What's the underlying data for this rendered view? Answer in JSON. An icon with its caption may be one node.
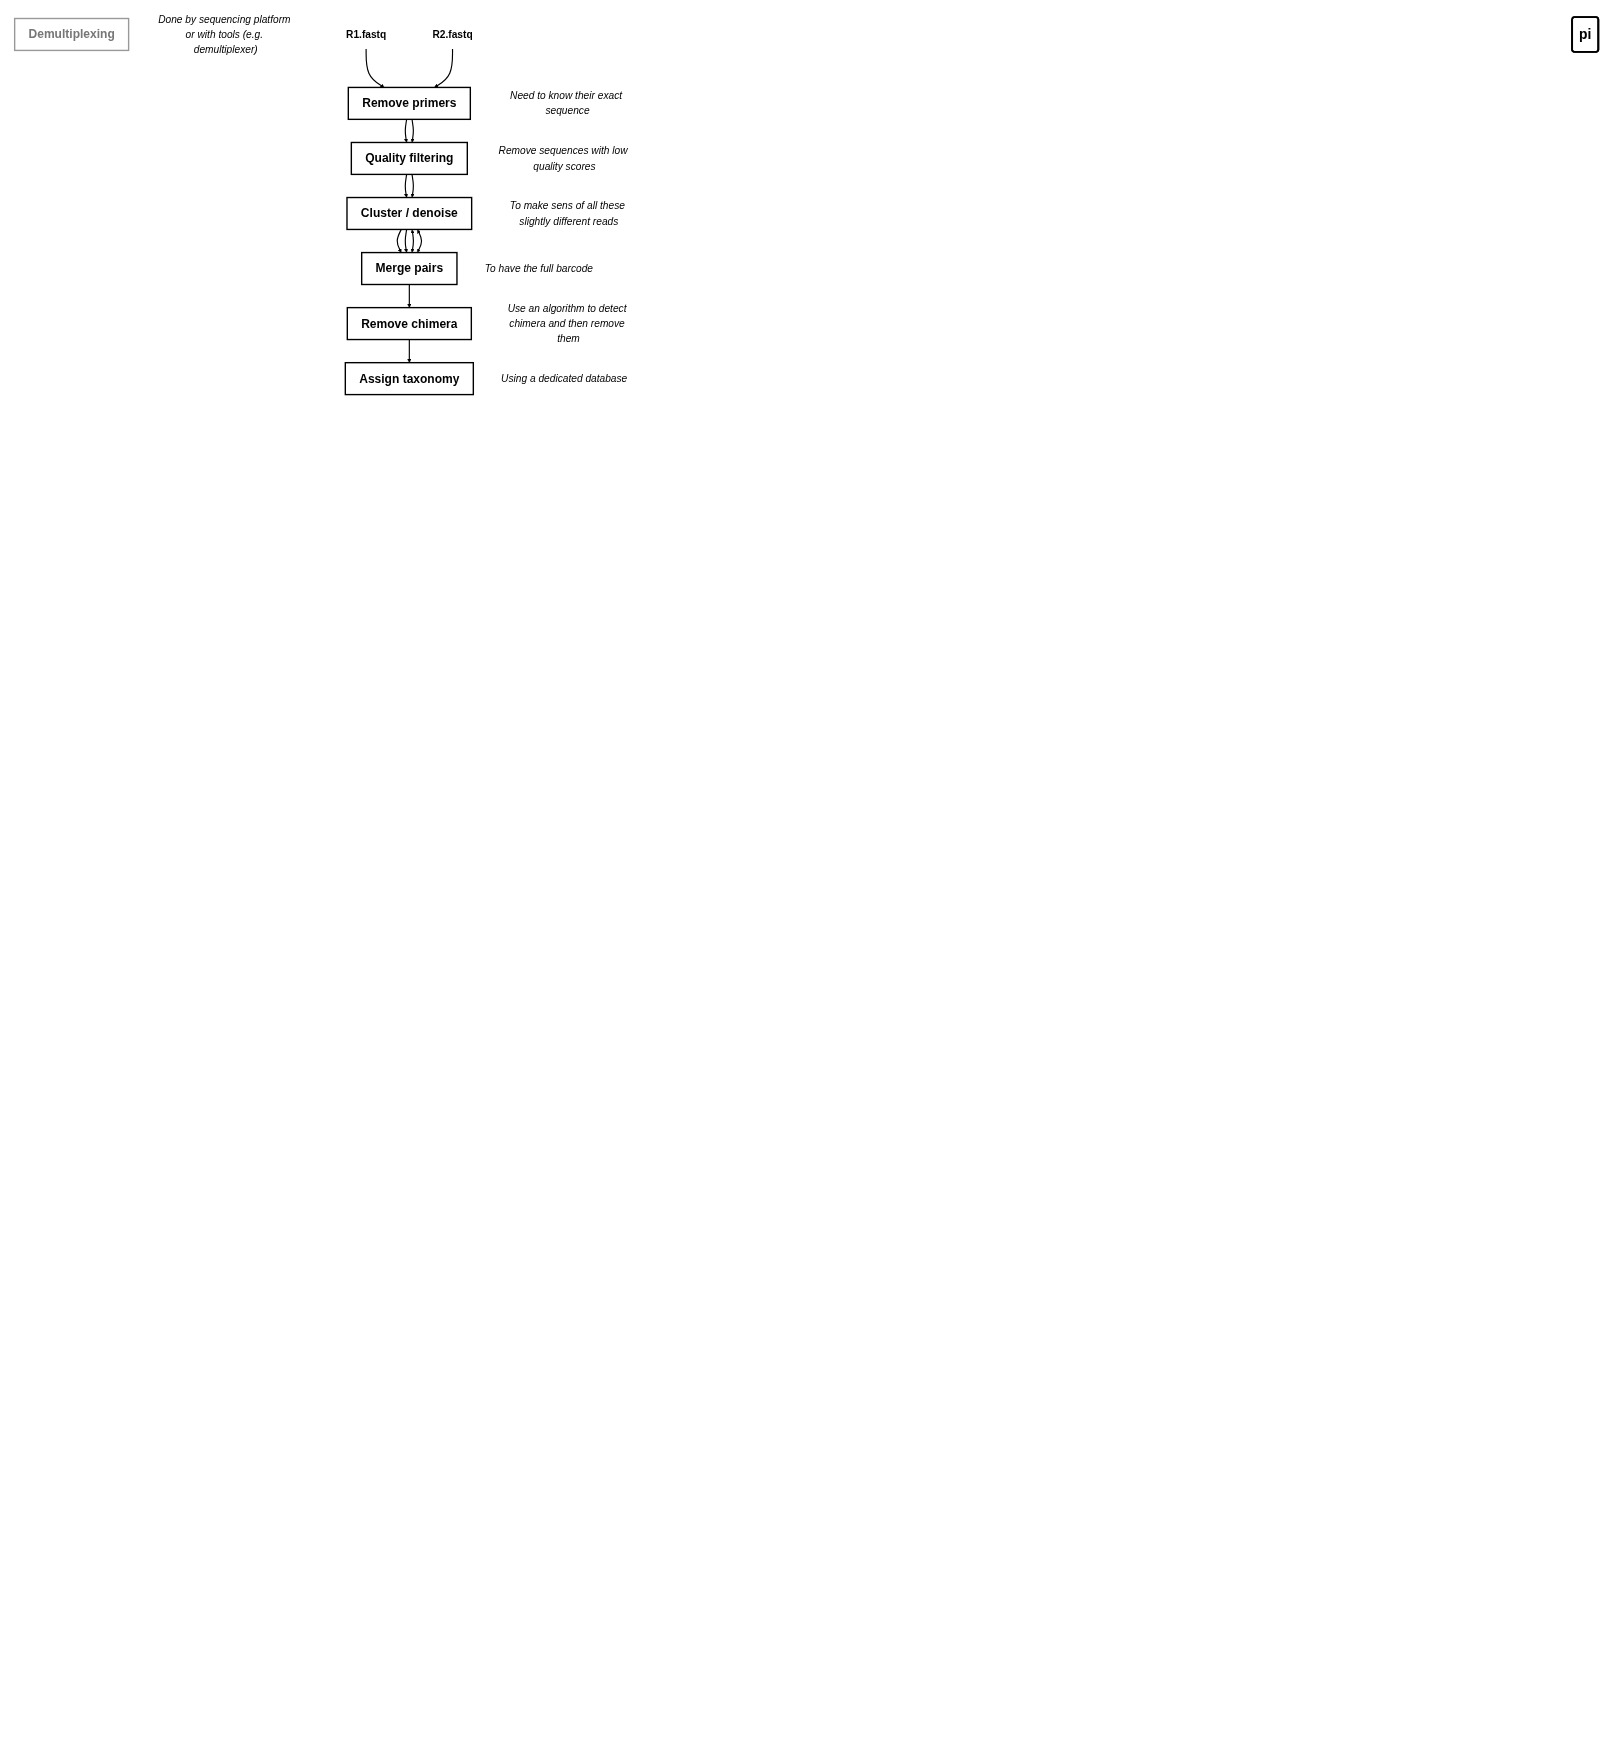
{
  "diagram": {
    "nodes": [
      {
        "text": [
          "Demultiplexing"
        ],
        "beside": [
          "Done by sequencing platform or with tools (e.g. demultiplexer)"
        ]
      },
      {
        "text": [
          "R1.fastq"
        ]
      },
      {
        "text": [
          "R2.fastq"
        ]
      },
      {
        "text": [
          "Remove primers"
        ],
        "beside": [
          "Need to know their exact sequence"
        ]
      },
      {
        "text": [
          "Quality filtering"
        ],
        "beside": [
          "Remove sequences with low quality scores"
        ]
      },
      {
        "text": [
          "Cluster / denoise"
        ],
        "beside": [
          "To make sens of all these slightly different reads"
        ]
      },
      {
        "text": [
          "Merge pairs"
        ],
        "beside": [
          "To have the full barcode"
        ]
      },
      {
        "text": [
          "Remove chimera"
        ],
        "beside": [
          "Use an algorithm to detect chimera and then remove them"
        ]
      },
      {
        "text": [
          "Assign taxonomy"
        ],
        "beside": [
          "Using a dedicated database"
        ]
      },
      {
        "text": [
          "pi"
        ]
      }
    ],
    "edges": [
      {
        "from": 1,
        "to": 3,
        "arrow": "to"
      },
      {
        "from": 2,
        "to": 3,
        "arrow": "to"
      },
      {
        "from": 3,
        "to": 4,
        "arrow": "to"
      },
      {
        "from": 3,
        "to": 4,
        "arrow": "to"
      },
      {
        "from": 4,
        "to": 5,
        "arrow": "to"
      },
      {
        "from": 4,
        "to": 5,
        "arrow": "to"
      },
      {
        "from": 5,
        "to": 6,
        "arrow": "to"
      },
      {
        "from": 5,
        "to": 6,
        "arrow": "to"
      },
      {
        "from": 5,
        "to": 6,
        "arrow": "both"
      },
      {
        "from": 5,
        "to": 6,
        "arrow": "both"
      },
      {
        "from": 6,
        "to": 7,
        "arrow": "to"
      },
      {
        "from": 7,
        "to": 8,
        "arrow": "to"
      }
    ]
  }
}
